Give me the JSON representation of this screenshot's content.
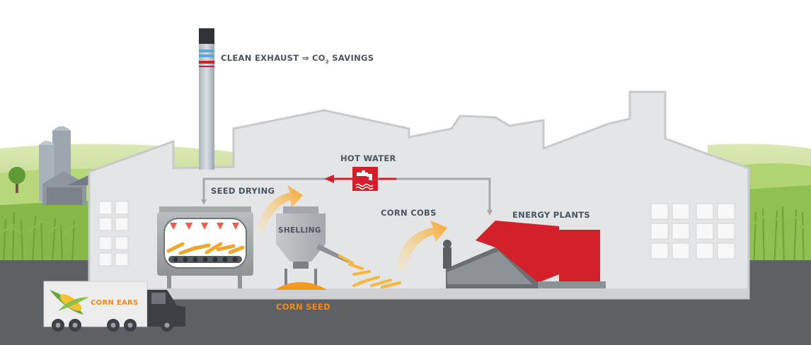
{
  "labels": {
    "clean_exhaust": "CLEAN EXHAUST",
    "arrow_symbol": "⇒",
    "co2_prefix": "CO",
    "co2_sub": "2",
    "savings": "SAVINGS",
    "hot_water": "HOT WATER",
    "seed_drying": "SEED DRYING",
    "shelling": "SHELLING",
    "corn_cobs": "CORN COBS",
    "energy_plants": "ENERGY PLANTS",
    "corn_seed": "CORN SEED",
    "corn_ears": "CORN EARS"
  },
  "colors": {
    "sky": "#ffffff",
    "grass_light": "#cfe3a0",
    "grass_dark": "#8fbf50",
    "road": "#5e6163",
    "building_wall": "#e4e5e6",
    "building_outline": "#c7c9cb",
    "window": "#f7f7f7",
    "energy_red": "#d3202a",
    "corn_orange": "#f29a1f",
    "corn_yellow": "#f7c534",
    "pipe": "#9aa0a5",
    "label_dark": "#4a5560",
    "label_orange": "#f08a1c",
    "truck_dark": "#3d4145"
  },
  "icons": [
    "hot-water-tap-icon",
    "chimney-icon",
    "barn-icon",
    "silo-icon",
    "truck-icon",
    "corn-ear-icon"
  ]
}
